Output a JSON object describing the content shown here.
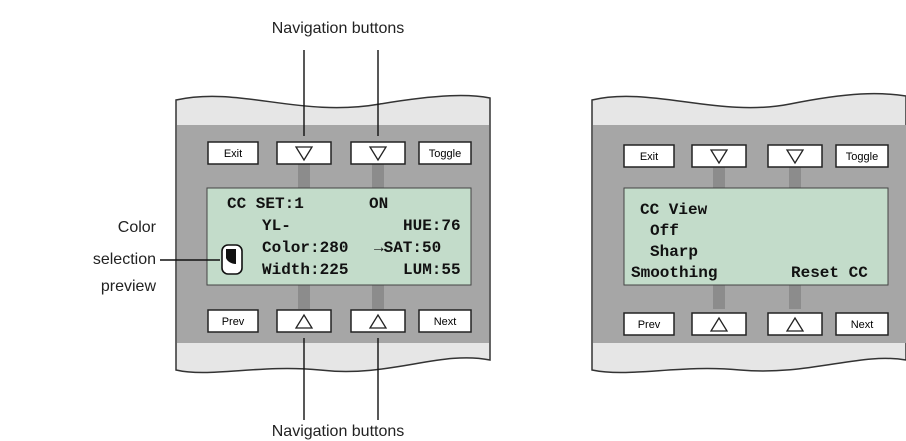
{
  "callouts": {
    "nav_top": "Navigation buttons",
    "nav_bottom": "Navigation buttons",
    "color_preview": [
      "Color",
      "selection",
      "preview"
    ]
  },
  "left_panel": {
    "buttons": {
      "exit": "Exit",
      "toggle": "Toggle",
      "prev": "Prev",
      "next": "Next",
      "down_glyph": "▼",
      "up_glyph": "▲"
    },
    "lcd": {
      "line1_left": "CC SET:1",
      "line1_right": "ON",
      "line2_left": "YL-",
      "line2_right": "HUE:76",
      "line3_left": "Color:280",
      "line3_right": "→SAT:50",
      "line4_left": "Width:225",
      "line4_right": "LUM:55"
    }
  },
  "right_panel": {
    "buttons": {
      "exit": "Exit",
      "toggle": "Toggle",
      "prev": "Prev",
      "next": "Next",
      "down_glyph": "▼",
      "up_glyph": "▲"
    },
    "lcd": {
      "line1": "CC View",
      "line2": "Off",
      "line3": "Sharp",
      "line4_left": "Smoothing",
      "line4_right": "Reset CC"
    }
  },
  "colors": {
    "panel_outer": "#e6e6e6",
    "panel_band": "#a6a6a6",
    "connector": "#8c8c8c",
    "lcd_bg": "#c3dcca",
    "button_face": "#ffffff",
    "ink": "#222222"
  }
}
